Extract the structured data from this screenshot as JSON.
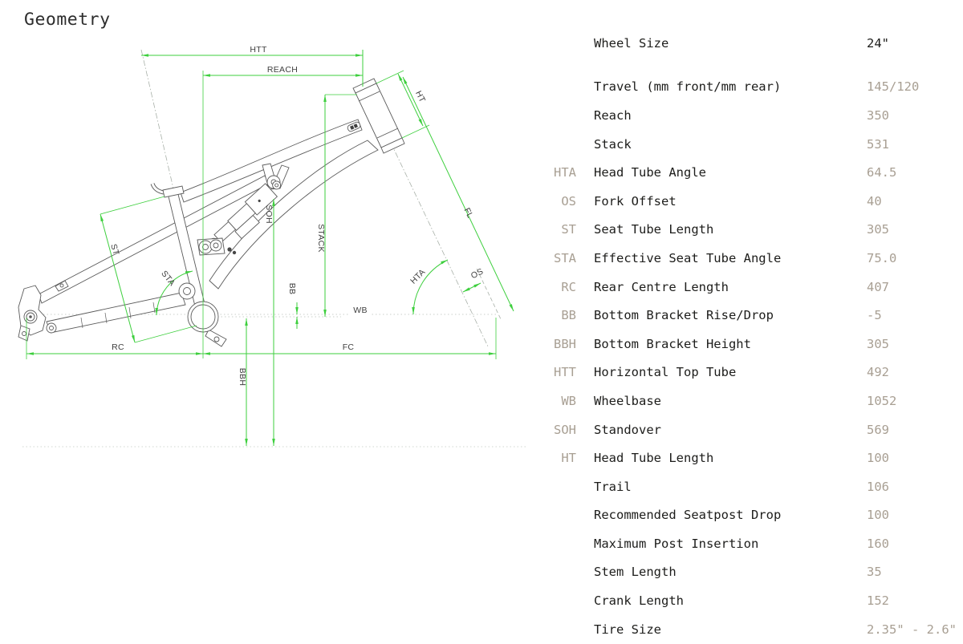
{
  "page": {
    "title": "Geometry"
  },
  "diagram": {
    "dim_color": "#3ecf3e",
    "frame_color": "#5a5a5a",
    "labels": {
      "htt": "HTT",
      "reach": "REACH",
      "ht": "HT",
      "fl": "FL",
      "hta": "HTA",
      "os": "OS",
      "wb": "WB",
      "fc": "FC",
      "rc": "RC",
      "bb": "BB",
      "bbh": "BBH",
      "soh": "SOH",
      "stack": "STACK",
      "st": "ST",
      "sta": "STA"
    }
  },
  "table": {
    "rows": [
      {
        "abbr": "",
        "label": "Wheel Size",
        "value": "24\"",
        "primary": true
      },
      {
        "abbr": "",
        "label": "Travel (mm front/mm rear)",
        "value": "145/120"
      },
      {
        "abbr": "",
        "label": "Reach",
        "value": "350"
      },
      {
        "abbr": "",
        "label": "Stack",
        "value": "531"
      },
      {
        "abbr": "HTA",
        "label": "Head Tube Angle",
        "value": "64.5"
      },
      {
        "abbr": "OS",
        "label": "Fork Offset",
        "value": "40"
      },
      {
        "abbr": "ST",
        "label": "Seat Tube Length",
        "value": "305"
      },
      {
        "abbr": "STA",
        "label": "Effective Seat Tube Angle",
        "value": "75.0"
      },
      {
        "abbr": "RC",
        "label": "Rear Centre Length",
        "value": "407"
      },
      {
        "abbr": "BB",
        "label": "Bottom Bracket Rise/Drop",
        "value": "-5"
      },
      {
        "abbr": "BBH",
        "label": "Bottom Bracket Height",
        "value": "305"
      },
      {
        "abbr": "HTT",
        "label": "Horizontal Top Tube",
        "value": "492"
      },
      {
        "abbr": "WB",
        "label": "Wheelbase",
        "value": "1052"
      },
      {
        "abbr": "SOH",
        "label": "Standover",
        "value": "569"
      },
      {
        "abbr": "HT",
        "label": "Head Tube Length",
        "value": "100"
      },
      {
        "abbr": "",
        "label": "Trail",
        "value": "106"
      },
      {
        "abbr": "",
        "label": "Recommended Seatpost Drop",
        "value": "100"
      },
      {
        "abbr": "",
        "label": "Maximum Post Insertion",
        "value": "160"
      },
      {
        "abbr": "",
        "label": "Stem Length",
        "value": "35"
      },
      {
        "abbr": "",
        "label": "Crank Length",
        "value": "152"
      },
      {
        "abbr": "",
        "label": "Tire Size",
        "value": "2.35\" - 2.6\""
      }
    ]
  }
}
